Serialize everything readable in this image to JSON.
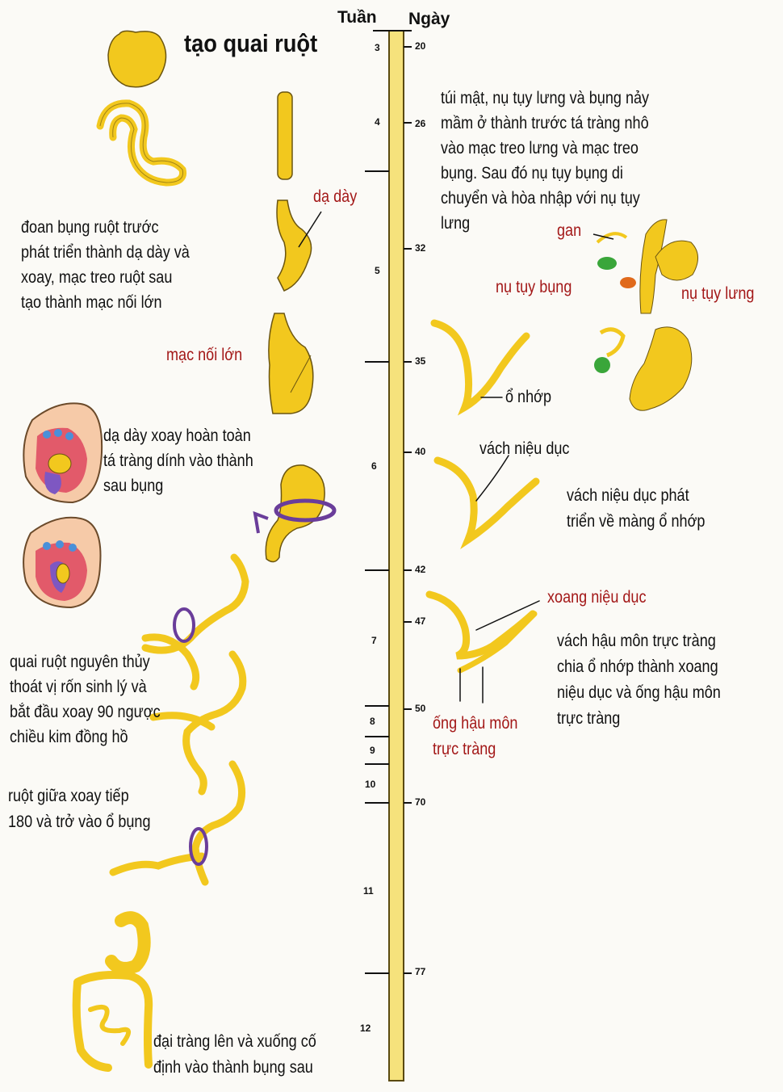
{
  "title": "tạo quai ruột",
  "headers": {
    "weeks": "Tuần",
    "days": "Ngày"
  },
  "colors": {
    "organ": "#f2c81e",
    "bar": "#f6e27c",
    "label_red": "#a31818",
    "rotation": "#6a3d9a",
    "green": "#3aa63a",
    "orange": "#e06a1c",
    "pink": "#e25a6a"
  },
  "timeline": {
    "weeks": [
      "3",
      "4",
      "5",
      "6",
      "7",
      "8",
      "9",
      "10",
      "11",
      "12"
    ],
    "days": [
      "20",
      "26",
      "32",
      "35",
      "40",
      "42",
      "47",
      "50",
      "70",
      "77"
    ]
  },
  "labels": {
    "da_day": "dạ dày",
    "mac_noi_lon": "mạc nối lớn",
    "gan": "gan",
    "nu_tuy_bung": "nụ tụy bụng",
    "nu_tuy_lung": "nụ tụy lưng",
    "o_nhop": "ổ nhớp",
    "vach_nieu_duc": "vách niệu dục",
    "xoang_nieu_duc": "xoang niệu dục",
    "ong_hau_mon": [
      "ống hậu môn",
      "trực tràng"
    ]
  },
  "notes": {
    "stomach_dev": [
      "đoan  bụng ruột trước",
      "phát triển thành dạ dày và",
      "xoay, mạc treo ruột sau",
      "tạo thành mạc nối lớn"
    ],
    "stomach_rot": [
      "dạ dày xoay hoàn toàn",
      "tá tràng dính vào thành",
      "sau bụng"
    ],
    "primitive_loop": [
      "quai ruột nguyên thủy",
      "thoát vị rốn sinh lý và",
      "bắt đầu xoay 90 ngược",
      "chiều kim đồng hồ"
    ],
    "midgut": [
      "ruột giữa xoay tiếp",
      "180 và trở vào ổ bụng"
    ],
    "colon": [
      "đại tràng lên và xuống cố",
      "định vào thành bụng sau"
    ],
    "pancreas": [
      "túi mật, nụ tụy lưng và bụng nảy",
      "mầm ở thành trước tá tràng nhô",
      "vào mạc treo lưng và mạc treo",
      "bụng. Sau đó nụ tụy bụng di",
      "chuyển và hòa nhập với nụ tụy",
      "lưng"
    ],
    "urogenital_septum": [
      "vách niệu dục phát",
      "triển về màng ổ nhớp"
    ],
    "anorectal_septum": [
      "vách hậu môn trực tràng",
      "chia ổ nhớp thành xoang",
      "niệu dục và ống hậu môn",
      "trực tràng"
    ]
  }
}
